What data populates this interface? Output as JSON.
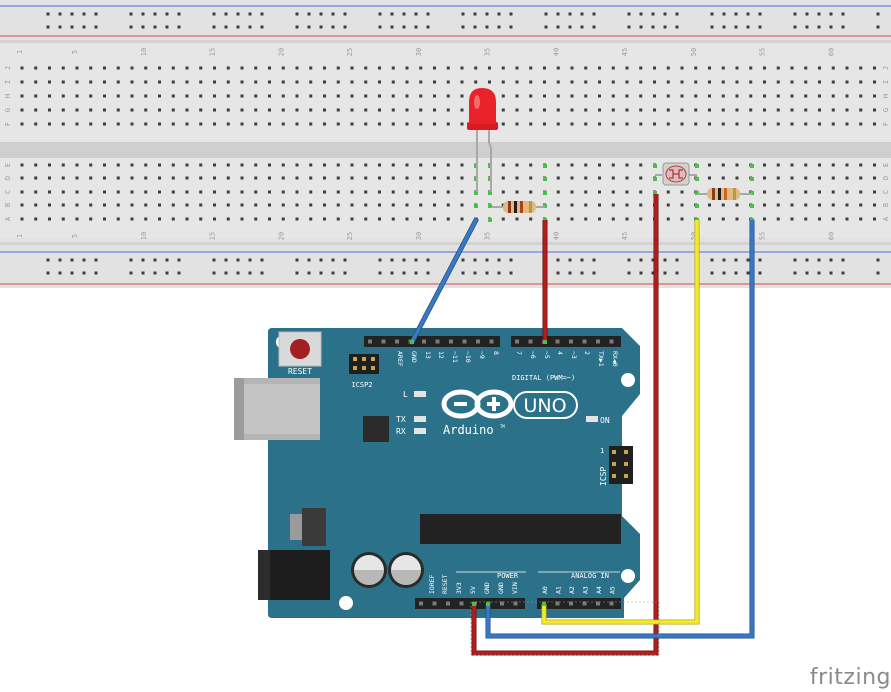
{
  "breadboard": {
    "column_numbers": [
      "1",
      "5",
      "10",
      "15",
      "20",
      "25",
      "30",
      "35",
      "40",
      "45",
      "50",
      "55",
      "60"
    ],
    "row_letters_top": [
      "J",
      "I",
      "H",
      "G",
      "F"
    ],
    "row_letters_bottom": [
      "E",
      "D",
      "C",
      "B",
      "A"
    ]
  },
  "arduino": {
    "reset_label": "RESET",
    "icsp2_label": "ICSP2",
    "icsp_label": "ICSP",
    "icsp_pin1": "1",
    "logo_text": "Arduino",
    "logo_tm": "TM",
    "model": "UNO",
    "on_label": "ON",
    "l_label": "L",
    "tx_label": "TX",
    "rx_label": "RX",
    "digital_label": "DIGITAL (PWM=~)",
    "power_label": "POWER",
    "analog_label": "ANALOG IN",
    "digital_pins": [
      "AREF",
      "GND",
      "13",
      "12",
      "~11",
      "~10",
      "~9",
      "8",
      "7",
      "~6",
      "~5",
      "4",
      "~3",
      "2",
      "TX▶1",
      "RX◀0"
    ],
    "power_pins": [
      "IOREF",
      "RESET",
      "3V3",
      "5V",
      "GND",
      "GND",
      "VIN"
    ],
    "analog_pins": [
      "A0",
      "A1",
      "A2",
      "A3",
      "A4",
      "A5"
    ]
  },
  "colors": {
    "board": "#2a7189",
    "wire_red": "#b21e1e",
    "wire_blue": "#3a78c4",
    "wire_yellow": "#f5ea2a",
    "led": "#e8202a"
  },
  "watermark": "fritzing"
}
